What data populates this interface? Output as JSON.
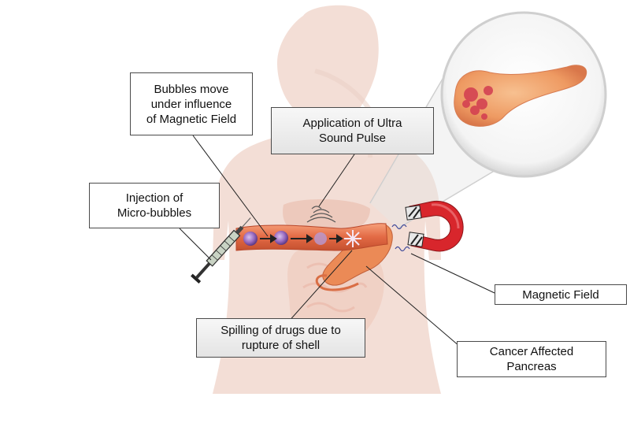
{
  "labels": {
    "bubbles_move": "Bubbles move\nunder influence\nof Magnetic Field",
    "ultrasound": "Application of Ultra\nSound Pulse",
    "injection": "Injection of\nMicro-bubbles",
    "magnetic_field": "Magnetic Field",
    "spilling": "Spilling of drugs due to\nrupture of shell",
    "cancer_pancreas": "Cancer Affected\nPancreas"
  },
  "colors": {
    "body": "#f2dcd3",
    "vessel": "#e57a52",
    "bubble": "#9a6cc0",
    "magnet": "#d8262c",
    "pancreas": "#ee8f5a",
    "tumor": "#d43a4a"
  }
}
